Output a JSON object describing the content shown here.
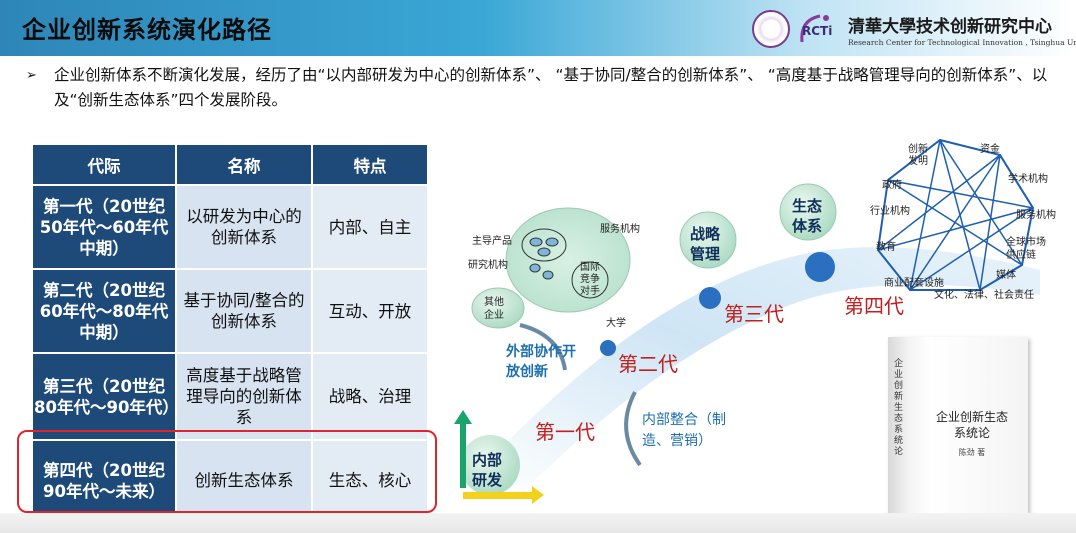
{
  "header": {
    "title": "企业创新系统演化路径",
    "org_name_cn": "清華大學技术创新研究中心",
    "org_name_en": "Research Center for Technological Innovation , Tsinghua University",
    "org_logo_text": "RCTi"
  },
  "bullet": {
    "text": "企业创新体系不断演化发展，经历了由“以内部研发为中心的创新体系”、 “基于协同/整合的创新体系”、 “高度基于战略管理导向的创新体系”、以及“创新生态体系”四个发展阶段。"
  },
  "table": {
    "headers": [
      "代际",
      "名称",
      "特点"
    ],
    "rows": [
      {
        "gen": "第一代（20世纪50年代～60年代中期）",
        "name": "以研发为中心的创新体系",
        "feature": "内部、自主"
      },
      {
        "gen": "第二代（20世纪60年代～80年代中期）",
        "name": "基于协同/整合的创新体系",
        "feature": "互动、开放"
      },
      {
        "gen": "第三代（20世纪80年代～90年代）",
        "name": "高度基于战略管理导向的创新体系",
        "feature": "战略、治理"
      },
      {
        "gen": "第四代（20世纪90年代～未来）",
        "name": "创新生态体系",
        "feature": "生态、核心"
      }
    ]
  },
  "diagram": {
    "gen1": "第一代",
    "gen2": "第二代",
    "gen3": "第三代",
    "gen4": "第四代",
    "internal_rd": "内部研发",
    "external_collab": "外部协作开放创新",
    "internal_integration": "内部整合（制造、营销）",
    "strategic_mgmt": "战略管理",
    "ecosystem": "生态体系",
    "other_firms": "其他企业",
    "university": "大学",
    "blob_labels": [
      "主导产品",
      "研究机构",
      "服务机构",
      "国际竞争对手"
    ],
    "network_nodes": [
      "创新发明",
      "资金",
      "政府",
      "学术机构",
      "行业机构",
      "服务机构",
      "教育",
      "全球市场供应链",
      "媒体",
      "商业配套设施",
      "文化、法律、社会责任"
    ]
  },
  "book": {
    "title": "企业创新生态系统论",
    "author": "陈劲 著",
    "spine": "企业创新生态系统论"
  },
  "colors": {
    "header_blue": "#2e86b8",
    "table_dark": "#1d4a79",
    "table_light": "#d7e3f0",
    "highlight_red": "#e0242b",
    "gen_red": "#c0201e",
    "node_blue": "#2a6fc0"
  }
}
